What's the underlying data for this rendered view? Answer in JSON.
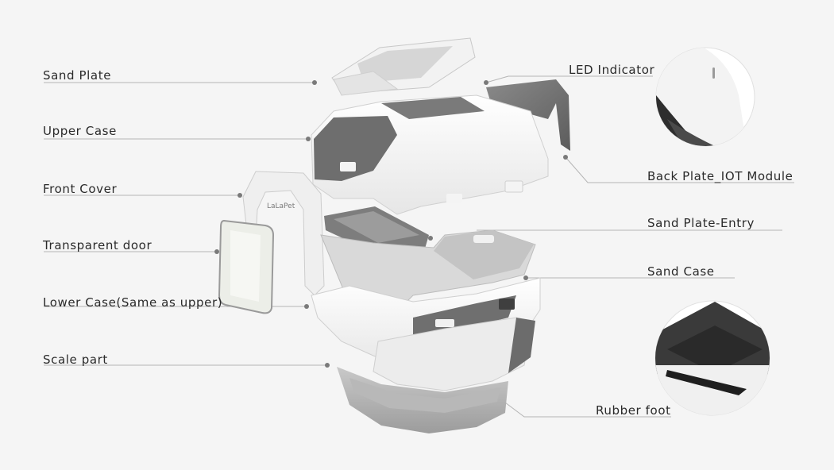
{
  "labels_left": [
    {
      "id": "sand-plate",
      "text": "Sand Plate"
    },
    {
      "id": "upper-case",
      "text": "Upper Case"
    },
    {
      "id": "front-cover",
      "text": "Front Cover"
    },
    {
      "id": "transparent-door",
      "text": "Transparent door"
    },
    {
      "id": "lower-case",
      "text": "Lower Case(Same as upper)"
    },
    {
      "id": "scale-part",
      "text": "Scale part"
    }
  ],
  "labels_right": [
    {
      "id": "led-indicator",
      "text": "LED Indicator"
    },
    {
      "id": "back-plate",
      "text": "Back Plate_IOT Module"
    },
    {
      "id": "sand-plate-entry",
      "text": "Sand Plate-Entry"
    },
    {
      "id": "sand-case",
      "text": "Sand Case"
    },
    {
      "id": "rubber-foot",
      "text": "Rubber foot"
    }
  ],
  "logo_text": "LaLaPet",
  "colors": {
    "background": "#f5f5f5",
    "shell": "#f0f0f0",
    "dark_part": "#6b6b6b",
    "line": "#9a9a9a"
  }
}
